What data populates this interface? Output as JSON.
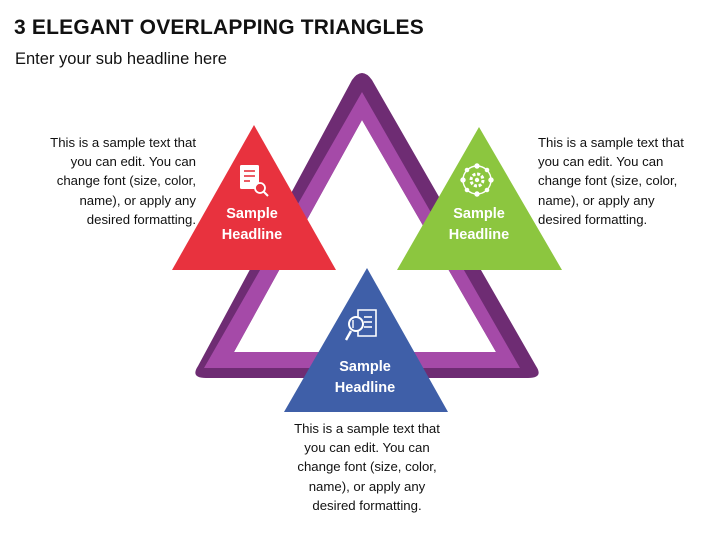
{
  "header": {
    "title": "3 ELEGANT OVERLAPPING TRIANGLES",
    "subtitle": "Enter your sub headline here"
  },
  "colors": {
    "frame_dark": "#6E2C73",
    "frame_light": "#A54AA8",
    "red": "#E8323E",
    "green": "#8CC63F",
    "blue": "#3F5FA8"
  },
  "triangles": [
    {
      "position": "left",
      "color": "red",
      "icon": "document-search-icon",
      "headline_line1": "Sample",
      "headline_line2": "Headline",
      "text": [
        "This is a sample text that",
        "you can edit. You can",
        "change font (size, color,",
        "name), or apply any",
        "desired formatting."
      ]
    },
    {
      "position": "right",
      "color": "green",
      "icon": "gear-network-icon",
      "headline_line1": "Sample",
      "headline_line2": "Headline",
      "text": [
        "This is a sample text that",
        "you can edit. You can",
        "change font (size, color,",
        "name), or apply any",
        "desired formatting."
      ]
    },
    {
      "position": "bottom",
      "color": "blue",
      "icon": "document-magnifier-icon",
      "headline_line1": "Sample",
      "headline_line2": "Headline",
      "text": [
        "This is a sample text that",
        "you can edit. You can",
        "change font (size, color,",
        "name), or apply any",
        "desired formatting."
      ]
    }
  ]
}
